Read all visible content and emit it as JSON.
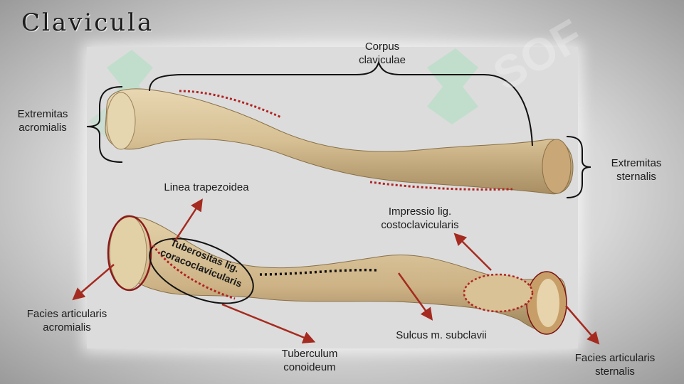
{
  "title": "Clavicula",
  "labels": {
    "corpus": [
      "Corpus",
      "claviculae"
    ],
    "extremitas_acromialis": [
      "Extremitas",
      "acromialis"
    ],
    "extremitas_sternalis": [
      "Extremitas",
      "sternalis"
    ],
    "linea_trapezoidea": "Linea trapezoidea",
    "impressio": [
      "Impressio lig.",
      "costoclavicularis"
    ],
    "tuberositas": [
      "Tuberositas lig.",
      "coracoclavicularis"
    ],
    "facies_acromialis": [
      "Facies  articularis",
      "acromialis"
    ],
    "sulcus": "Sulcus m. subclavii",
    "tuberculum": [
      "Tuberculum",
      "conoideum"
    ],
    "facies_sternalis": [
      "Facies  articularis",
      "sternalis"
    ]
  },
  "colors": {
    "bone": "#d9c49b",
    "bone_shadow": "#a88e62",
    "dotted_red": "#b22222",
    "arrow": "#a52a1f",
    "ellipse_outline": "#7a1010"
  },
  "watermark": "SOF"
}
